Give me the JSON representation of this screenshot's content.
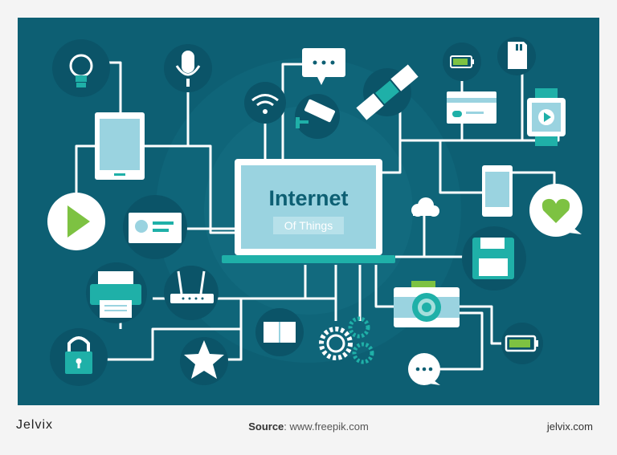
{
  "diagram": {
    "center_title": "Internet",
    "center_subtitle": "Of Things",
    "colors": {
      "background": "#0d5f73",
      "accent": "#1fb0a8",
      "screen": "#9ad3e0",
      "green": "#7dc242",
      "line": "#ffffff"
    },
    "icons": [
      "lightbulb-icon",
      "microphone-icon",
      "chat-bubble-icon",
      "sd-card-icon",
      "battery-icon",
      "wifi-icon",
      "security-camera-icon",
      "satellite-icon",
      "tablet-icon",
      "smartwatch-icon",
      "credit-card-icon",
      "play-button-icon",
      "id-card-icon",
      "smartphone-icon",
      "heart-bubble-icon",
      "cloud-icon",
      "floppy-disk-icon",
      "printer-icon",
      "router-icon",
      "camera-icon",
      "book-icon",
      "gears-icon",
      "padlock-icon",
      "star-icon",
      "chat-dots-icon"
    ]
  },
  "footer": {
    "brand": "Jelvix",
    "source_label": "Source",
    "source_value": ": www.freepik.com",
    "site": "jelvix.com"
  }
}
